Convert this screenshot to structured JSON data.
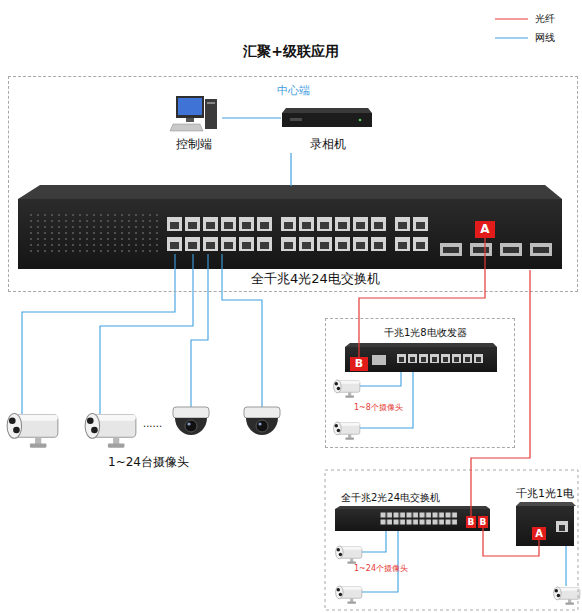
{
  "diagram": {
    "title": "汇聚+级联应用",
    "nodes": [
      {
        "text": [
          "中心端"
        ]
      },
      {
        "text": [
          "控制端"
        ],
        "in": 0
      },
      {
        "text": [
          "录相机"
        ],
        "in": 0
      },
      {
        "text": [
          "全千兆4光24电交换机"
        ],
        "in": 0
      },
      {
        "text": [
          "A"
        ],
        "in": 3
      },
      {
        "text": [
          "千兆1光8电收发器"
        ]
      },
      {
        "text": [
          "B"
        ],
        "in": 5
      },
      {
        "text": [
          "全千兆2光24电交换机"
        ]
      },
      {
        "text": [
          "B"
        ],
        "in": 7
      },
      {
        "text": [
          "B"
        ],
        "in": 7
      },
      {
        "text": [
          "千兆1光1电"
        ]
      },
      {
        "text": [
          "A"
        ],
        "in": 10
      }
    ],
    "edges": [
      {
        "from": 1,
        "to": 2,
        "arrow": "none"
      },
      {
        "from": 2,
        "to": 3,
        "arrow": "none"
      },
      {
        "from": 4,
        "to": 6,
        "arrow": "none"
      },
      {
        "from": 3,
        "to": 8,
        "arrow": "none"
      },
      {
        "from": 9,
        "to": 11,
        "arrow": "none"
      }
    ],
    "labels": [
      "......",
      "1~24台摄像头",
      "1~8个摄像头",
      "1~24个摄像头"
    ],
    "legend": [
      {
        "text": "光纤"
      },
      {
        "text": "网线"
      }
    ]
  }
}
